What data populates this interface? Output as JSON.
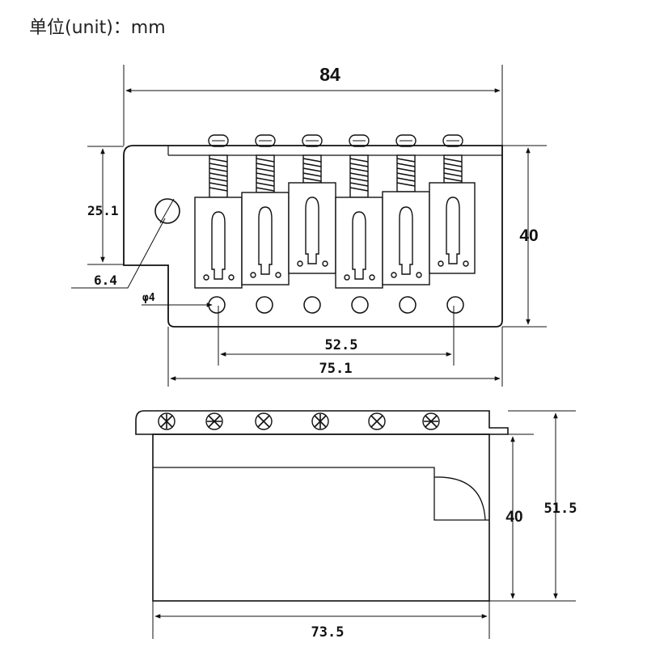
{
  "unit_title": "单位(unit)：mm",
  "top_view": {
    "dim_width": "84",
    "dim_height": "40",
    "dim_saddle_height": "25.1",
    "dim_hole_diameter": "6.4",
    "dim_mount_hole": "φ4",
    "dim_string_spacing": "52.5",
    "dim_baseplate": "75.1"
  },
  "side_view": {
    "dim_block_height": "40",
    "dim_total_height": "51.5",
    "dim_block_width": "73.5"
  }
}
